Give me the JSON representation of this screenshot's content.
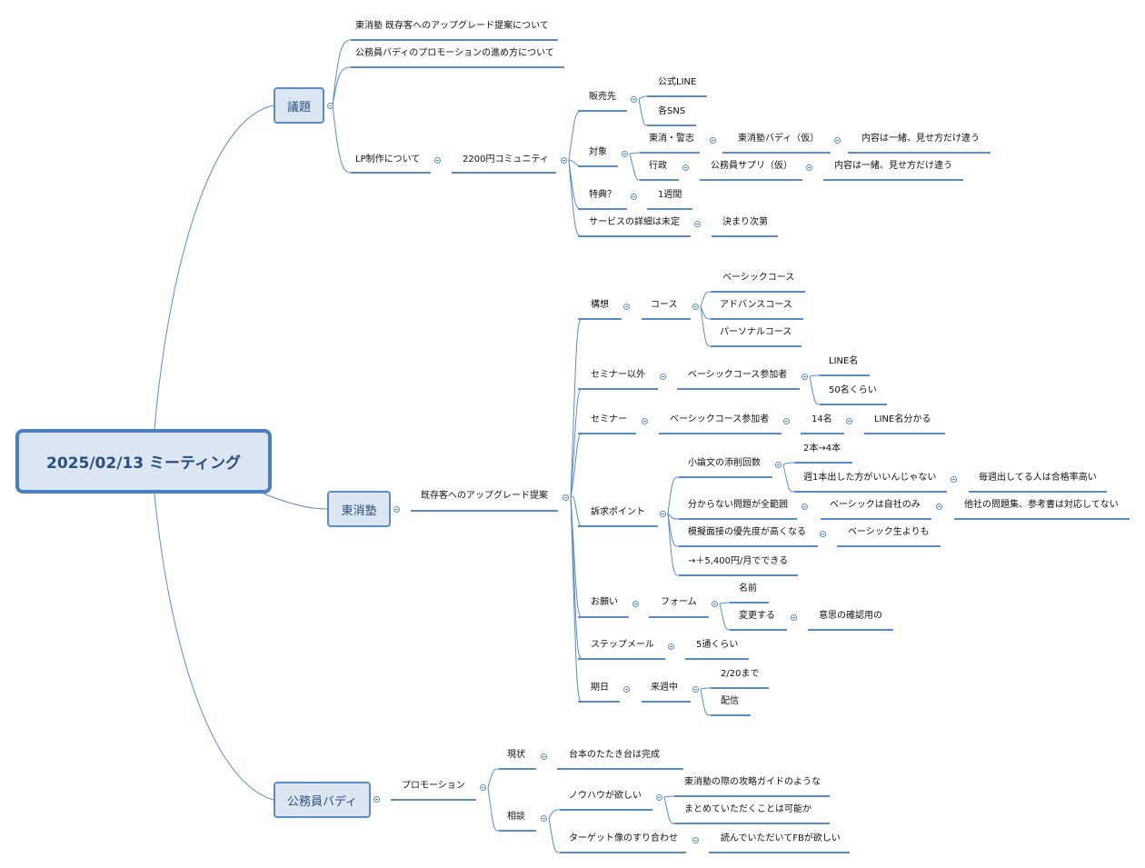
{
  "central": "2025/02/13 ミーティング",
  "branches": {
    "agenda": "議題",
    "toshoujuku": "東消塾",
    "koumuin": "公務員バディ"
  },
  "agenda": {
    "item1": "東消塾 既存客へのアップグレード提案について",
    "item2": "公務員バディのプロモーションの進め方について",
    "lp": "LP制作について",
    "community": "2200円コミュニティ",
    "sales_channel": "販売先",
    "official_line": "公式LINE",
    "sns": "各SNS",
    "target": "対象",
    "fire_police": "東消・警志",
    "buddy_tmp": "東消塾バディ（仮）",
    "same1": "内容は一緒、見せ方だけ違う",
    "admin": "行政",
    "supple": "公務員サプリ（仮）",
    "same2": "内容は一緒、見せ方だけ違う",
    "benefit": "特典？",
    "one_week": "1週間",
    "service_detail": "サービスの詳細は未定",
    "tbd": "決まり次第"
  },
  "toshou": {
    "upgrade": "既存客へのアップグレード提案",
    "concept": "構想",
    "course": "コース",
    "basic": "ベーシックコース",
    "advance": "アドバンスコース",
    "personal": "パーソナルコース",
    "non_seminar": "セミナー以外",
    "basic_members1": "ベーシックコース参加者",
    "line_name": "LINE名",
    "about50": "50名くらい",
    "seminar": "セミナー",
    "basic_members2": "ベーシックコース参加者",
    "fourteen": "14名",
    "line_known": "LINE名分かる",
    "appeal": "訴求ポイント",
    "essay": "小論文の添削回数",
    "two_to_four": "2本→4本",
    "weekly_one": "週1本出した方がいいんじゃない",
    "weekly_pass": "毎週出してる人は合格率高い",
    "questions": "分からない問題が全範囲",
    "basic_own": "ベーシックは自社のみ",
    "other_company": "他社の問題集、参考書は対応してない",
    "mock_interview": "模擬面接の優先度が高くなる",
    "than_basic": "ベーシック生よりも",
    "plus_price": "→＋5,400円/月でできる",
    "request": "お願い",
    "form": "フォーム",
    "name": "名前",
    "change": "変更する",
    "intention": "意思の確認用の",
    "step_mail": "ステップメール",
    "five_mails": "5通くらい",
    "deadline": "期日",
    "next_week": "来週中",
    "until_220": "2/20まで",
    "delivery": "配信"
  },
  "koumu": {
    "promotion": "プロモーション",
    "status": "現状",
    "script_done": "台本のたたき台は完成",
    "consult": "相談",
    "want_knowhow": "ノウハウが欲しい",
    "guide_like": "東消塾の際の攻略ガイドのような",
    "can_compile": "まとめていただくことは可能か",
    "target_align": "ターゲット像のすり合わせ",
    "want_fb": "読んでいただいてFBが欲しい"
  },
  "colors": {
    "line": "#5b8ac9",
    "node_fill": "#dce6f3",
    "node_text": "#2b4f7e"
  }
}
